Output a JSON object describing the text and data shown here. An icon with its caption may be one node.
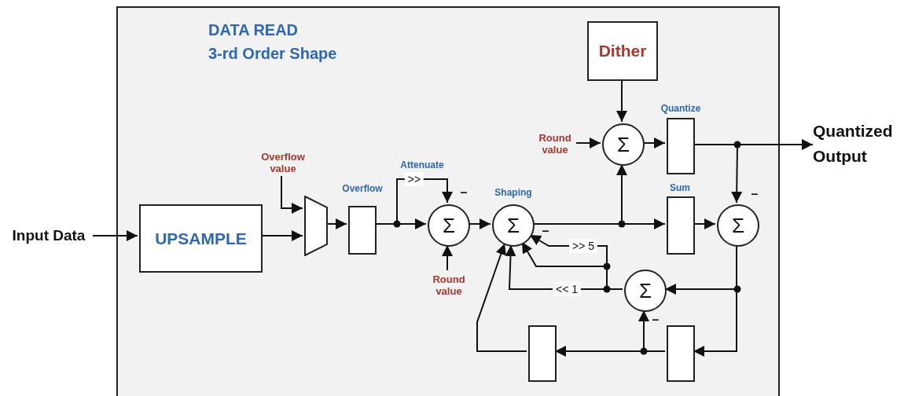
{
  "diagram": {
    "nodes": [
      {
        "text": [
          "DATA READ",
          "3-rd Order Shape"
        ]
      },
      {
        "text": [
          "Input Data"
        ]
      },
      {
        "text": [
          "UPSAMPLE"
        ],
        "in": 0
      },
      {
        "text": [
          "Overflow value"
        ],
        "in": 0
      },
      {
        "text": [],
        "shape": "trapezoid",
        "in": 0
      },
      {
        "text": [
          "Overflow"
        ],
        "in": 0
      },
      {
        "text": [
          "Round value"
        ],
        "in": 0
      },
      {
        "text": [
          "Σ"
        ],
        "beside": [
          "–"
        ],
        "in": 0
      },
      {
        "text": [
          "Shaping",
          "Σ"
        ],
        "beside": [
          "–"
        ],
        "in": 0
      },
      {
        "text": [
          "Dither"
        ],
        "in": 0
      },
      {
        "text": [
          "Round value"
        ],
        "in": 0
      },
      {
        "text": [
          "Σ"
        ],
        "in": 0
      },
      {
        "text": [
          "Quantize"
        ],
        "in": 0
      },
      {
        "text": [
          "Quantized Output"
        ]
      },
      {
        "text": [
          "Sum"
        ],
        "in": 0
      },
      {
        "text": [
          "Σ"
        ],
        "beside": [
          "–"
        ],
        "in": 0
      },
      {
        "text": [
          "Σ"
        ],
        "beside": [
          "–"
        ],
        "in": 0
      },
      {
        "text": [],
        "shape": "box",
        "in": 0
      },
      {
        "text": [],
        "shape": "box",
        "in": 0
      }
    ],
    "edges": [
      {
        "from": 1,
        "to": 2,
        "arrow": "to"
      },
      {
        "from": 2,
        "to": 4,
        "arrow": "to"
      },
      {
        "from": 3,
        "to": 4,
        "arrow": "to"
      },
      {
        "from": 4,
        "to": 5,
        "arrow": "to"
      },
      {
        "from": 5,
        "to": 7,
        "arrow": "to"
      },
      {
        "from": 5,
        "to": 7,
        "label": ">>",
        "arrow": "to"
      },
      {
        "from": 6,
        "to": 7,
        "arrow": "to"
      },
      {
        "from": 7,
        "to": 8,
        "arrow": "to"
      },
      {
        "from": 8,
        "to": 14,
        "arrow": "to"
      },
      {
        "from": 8,
        "to": 11,
        "arrow": "to"
      },
      {
        "from": 9,
        "to": 11,
        "arrow": "to"
      },
      {
        "from": 10,
        "to": 11,
        "arrow": "to"
      },
      {
        "from": 11,
        "to": 12,
        "arrow": "to"
      },
      {
        "from": 12,
        "to": 13,
        "arrow": "to"
      },
      {
        "from": 12,
        "to": 15,
        "arrow": "to"
      },
      {
        "from": 14,
        "to": 15,
        "arrow": "to"
      },
      {
        "from": 15,
        "to": 16,
        "arrow": "to"
      },
      {
        "from": 15,
        "to": 18,
        "arrow": "to"
      },
      {
        "from": 18,
        "to": 16,
        "arrow": "to"
      },
      {
        "from": 18,
        "to": 17,
        "arrow": "to"
      },
      {
        "from": 17,
        "to": 8,
        "arrow": "to"
      },
      {
        "from": 16,
        "to": 8,
        "label": ">> 5",
        "arrow": "to"
      },
      {
        "from": 16,
        "to": 8,
        "arrow": "to"
      },
      {
        "from": 16,
        "to": 8,
        "label": "<< 1",
        "arrow": "to"
      }
    ],
    "labels": [
      "Attenuate"
    ]
  }
}
